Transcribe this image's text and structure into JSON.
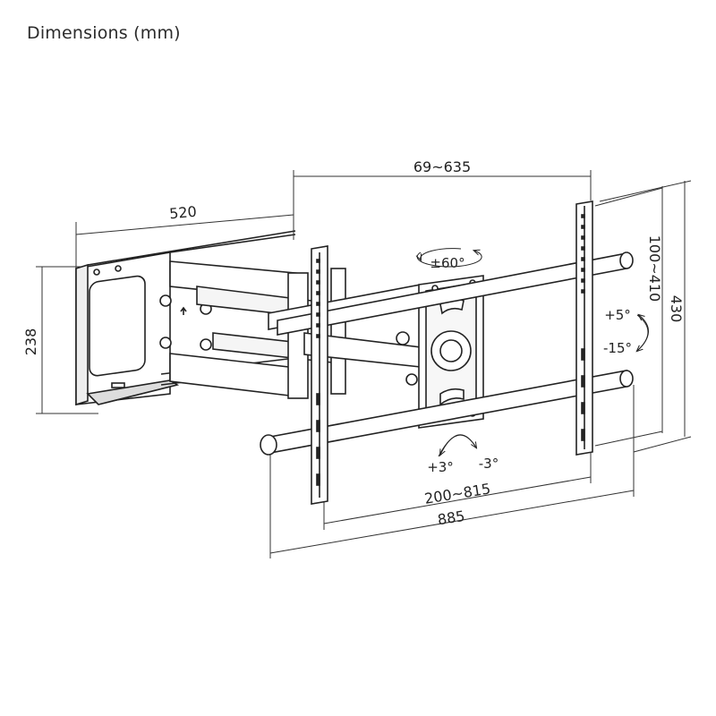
{
  "title": "Dimensions (mm)",
  "dimensions": {
    "wall_plate_depth": "520",
    "wall_plate_height": "238",
    "arm_span": "69~635",
    "vertical_bar_spacing": "100~410",
    "overall_height": "430",
    "horizontal_bar_spacing": "200~815",
    "overall_width": "885"
  },
  "adjustments": {
    "swivel": "±60°",
    "tilt_up": "+5°",
    "tilt_down": "-15°",
    "level_plus": "+3°",
    "level_minus": "-3°"
  }
}
